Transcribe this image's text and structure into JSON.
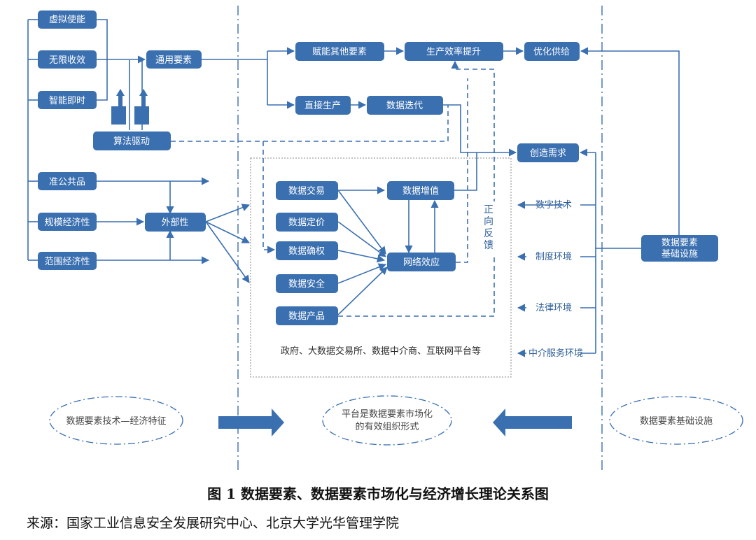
{
  "nodes": {
    "virtual_use": "虚拟使能",
    "unlimited_return": "无限收效",
    "smart_instant": "智能即时",
    "general_factor": "通用要素",
    "algorithm_drive": "算法驱动",
    "empower_other": "赋能其他要素",
    "efficiency": "生产效率提升",
    "optimize_supply": "优化供给",
    "direct_production": "直接生产",
    "data_iteration": "数据迭代",
    "create_demand": "创造需求",
    "quasi_public": "准公共品",
    "scale_economy": "规模经济性",
    "externality": "外部性",
    "scope_economy": "范围经济性",
    "data_trade": "数据交易",
    "data_value_add": "数据增值",
    "data_pricing": "数据定价",
    "data_rights": "数据确权",
    "network_effect": "网络效应",
    "data_security": "数据安全",
    "data_product": "数据产品",
    "infrastructure_line1": "数据要素",
    "infrastructure_line2": "基础设施"
  },
  "labels": {
    "platform_actors": "政府、大数据交易所、数据中介商、互联网平台等",
    "positive_feedback": [
      "正",
      "向",
      "反",
      "馈"
    ],
    "digital_tech": "数字技术",
    "institution_env": "制度环境",
    "legal_env": "法律环境",
    "intermediary_env": "中介服务环境"
  },
  "ellipses": {
    "left": "数据要素技术—经济特征",
    "center_line1": "平台是数据要素市场化",
    "center_line2": "的有效组织形式",
    "right": "数据要素基础设施"
  },
  "caption": "图 1 数据要素、数据要素市场化与经济增长理论关系图",
  "source": "来源：国家工业信息安全发展研究中心、北京大学光华管理学院",
  "colors": {
    "node": "#3a6fb0",
    "line": "#3a6fb0",
    "text": "#2f5f99"
  }
}
